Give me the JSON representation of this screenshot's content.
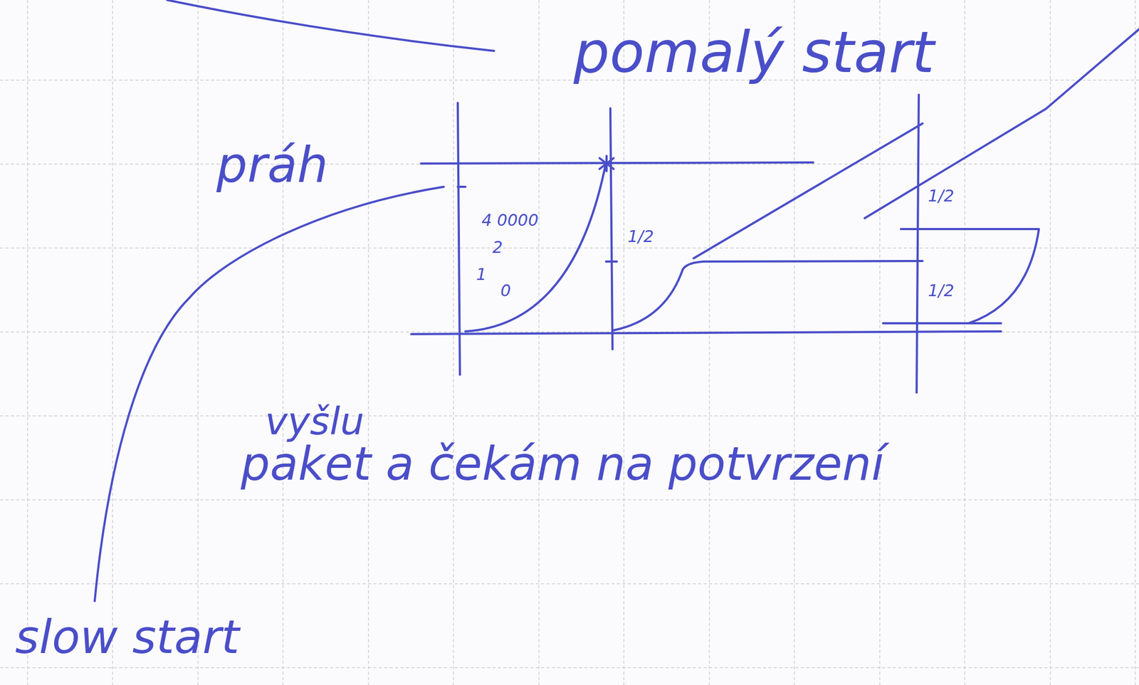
{
  "diagram": {
    "labels": [
      "pomalý start",
      "práh",
      "4 0000",
      "2",
      "1",
      "0",
      "1/2",
      "1/2",
      "1/2",
      "vyšlu",
      "paket a čekám na potvrzení",
      "slow start"
    ]
  }
}
